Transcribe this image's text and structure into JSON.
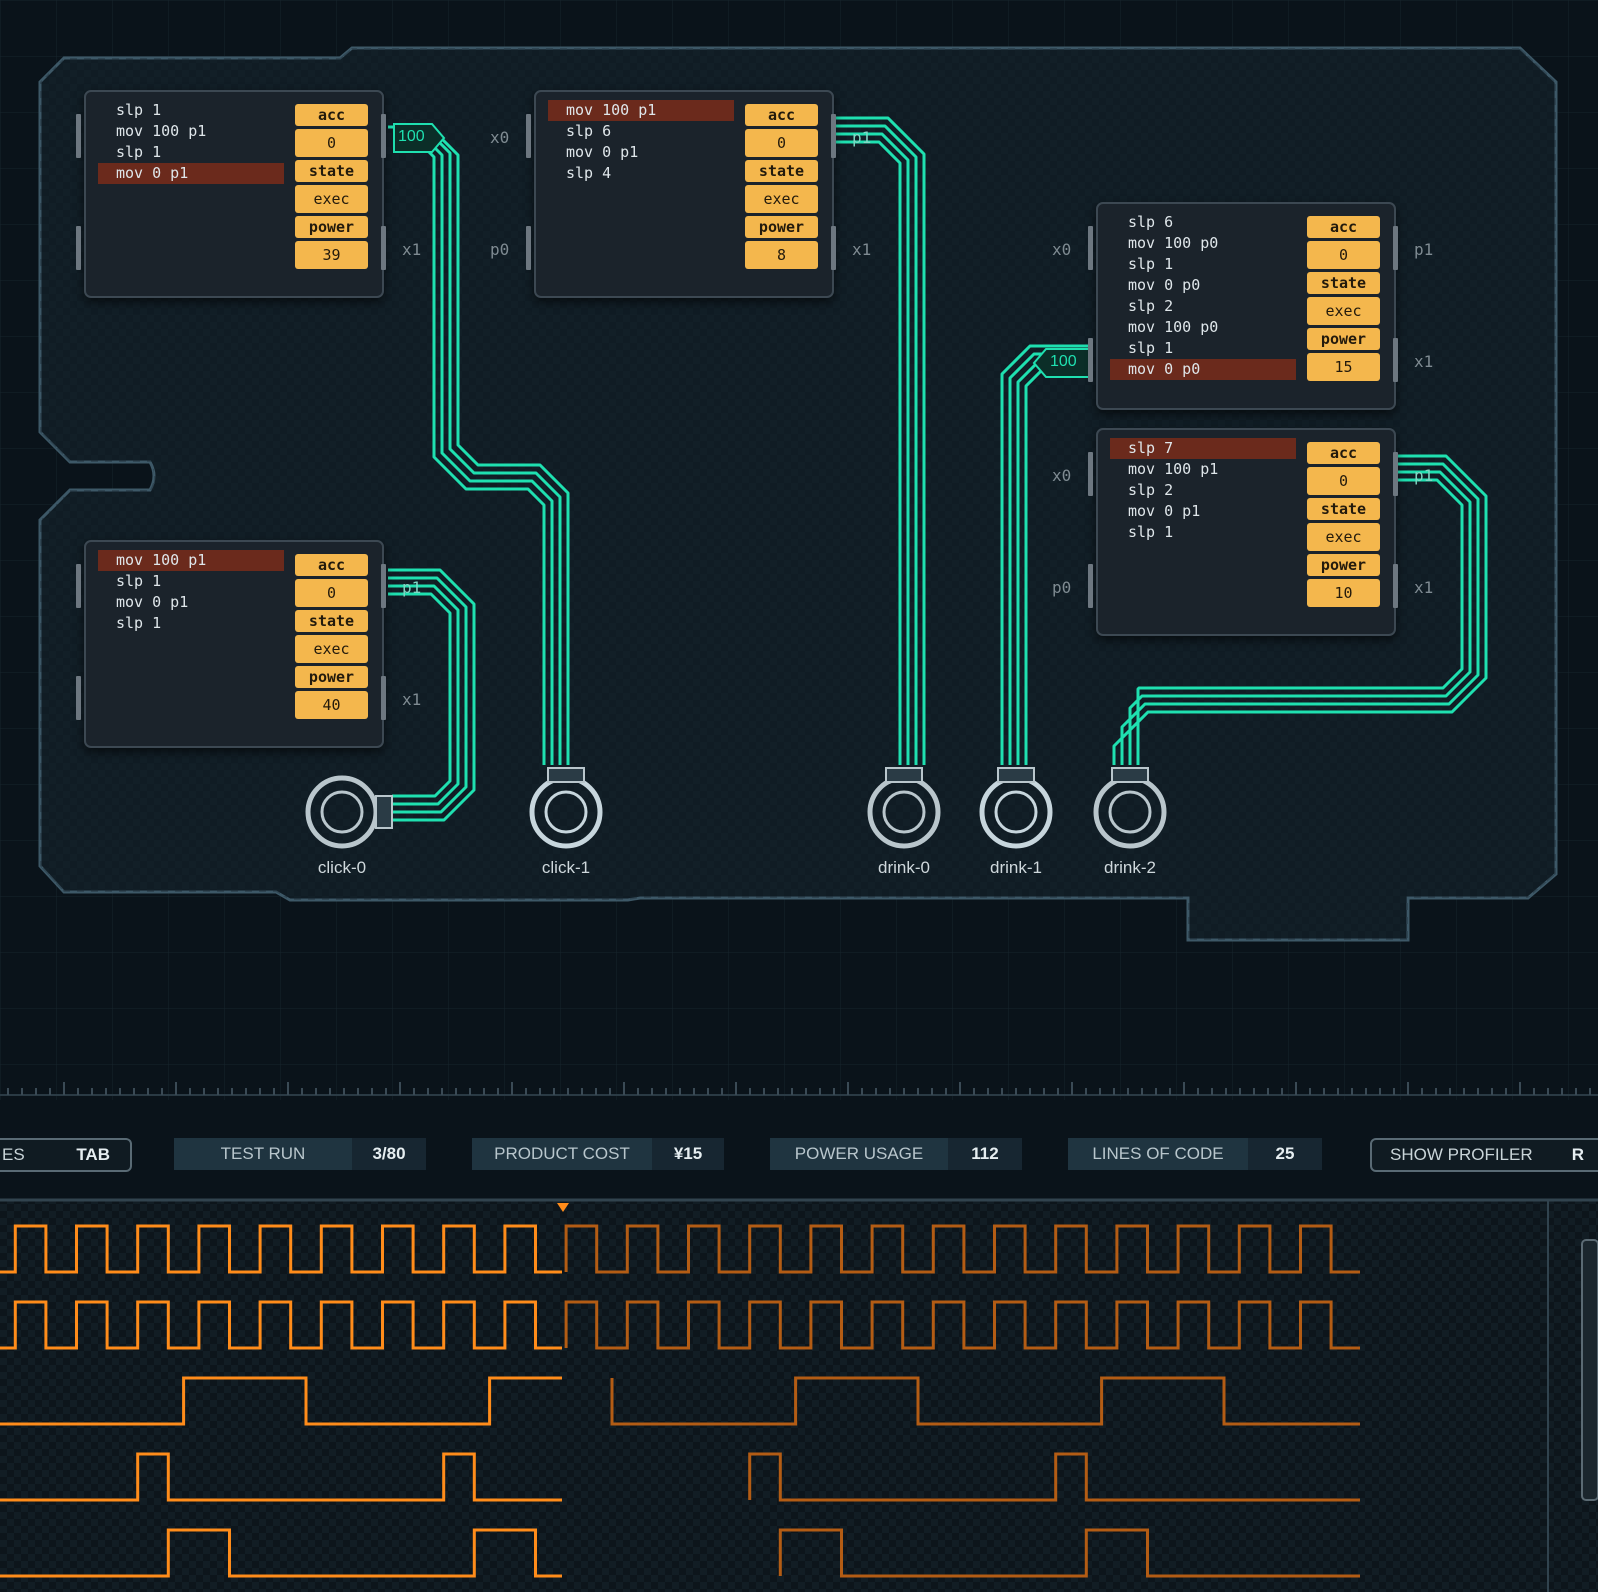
{
  "chips": [
    {
      "id": "chip-a",
      "code": [
        "slp 1",
        "mov 100 p1",
        "slp 1",
        "mov 0 p1"
      ],
      "active": 3,
      "acc": "0",
      "state": "exec",
      "power": "39"
    },
    {
      "id": "chip-b",
      "code": [
        "mov 100 p1",
        "slp 6",
        "mov 0 p1",
        "slp 4"
      ],
      "active": 0,
      "acc": "0",
      "state": "exec",
      "power": "8"
    },
    {
      "id": "chip-c",
      "code": [
        "slp 6",
        "mov 100 p0",
        "slp 1",
        "mov 0 p0",
        "slp 2",
        "mov 100 p0",
        "slp 1",
        "mov 0 p0"
      ],
      "active": 7,
      "acc": "0",
      "state": "exec",
      "power": "15"
    },
    {
      "id": "chip-d",
      "code": [
        "slp 7",
        "mov 100 p1",
        "slp 2",
        "mov 0 p1",
        "slp 1"
      ],
      "active": 0,
      "acc": "0",
      "state": "exec",
      "power": "10"
    },
    {
      "id": "chip-e",
      "code": [
        "mov 100 p1",
        "slp 1",
        "mov 0 p1",
        "slp 1"
      ],
      "active": 0,
      "acc": "0",
      "state": "exec",
      "power": "40"
    }
  ],
  "register_labels": {
    "acc": "acc",
    "state": "state",
    "power": "power"
  },
  "port_labels": {
    "x0": "x0",
    "x1": "x1",
    "p0": "p0",
    "p1": "p1"
  },
  "wire_values": {
    "w1": "100",
    "w2": "100"
  },
  "io": {
    "click0": "click-0",
    "click1": "click-1",
    "drink0": "drink-0",
    "drink1": "drink-1",
    "drink2": "drink-2"
  },
  "toolbar": {
    "left_partial": "ES",
    "tab_key": "TAB",
    "test_run_label": "TEST RUN",
    "test_run_value": "3/80",
    "product_cost_label": "PRODUCT COST",
    "product_cost_value": "¥15",
    "power_usage_label": "POWER USAGE",
    "power_usage_value": "112",
    "loc_label": "LINES OF CODE",
    "loc_value": "25",
    "profiler_label": "SHOW PROFILER",
    "profiler_key": "R"
  },
  "colors": {
    "wire": "#1fe0b0",
    "trace": "#ff8c1a",
    "register": "#f4b74d",
    "active_line": "#6b2a1c"
  },
  "waveforms": {
    "test_progress": 0.4,
    "signals": [
      "click-0",
      "click-1",
      "drink-0",
      "drink-1",
      "drink-2"
    ]
  }
}
